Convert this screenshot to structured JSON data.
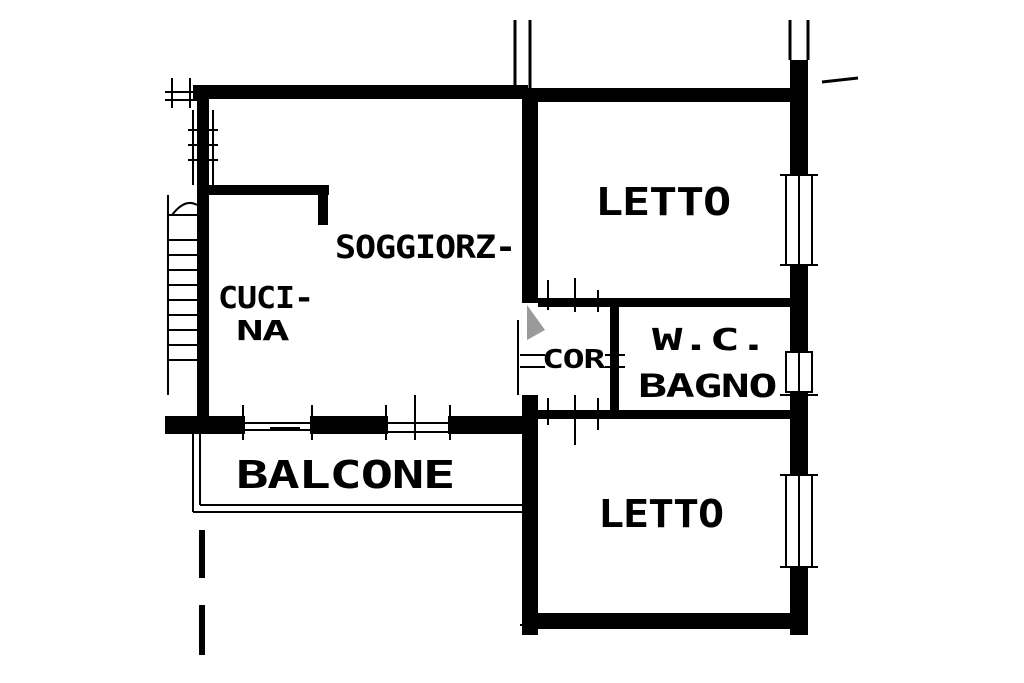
{
  "plan": {
    "rooms": {
      "soggiorno": "SOGGIORZ-",
      "cucina_line1": "CUCI-",
      "cucina_line2": "NA",
      "letto_top": "LETTO",
      "letto_bottom": "LETTO",
      "wc": "W.C.",
      "bagno": "BAGNO",
      "corridoio": "COR",
      "balcone": "BALCONE"
    },
    "colors": {
      "ink": "#000000",
      "paper": "#ffffff",
      "arrow": "#9a9a9a"
    }
  }
}
